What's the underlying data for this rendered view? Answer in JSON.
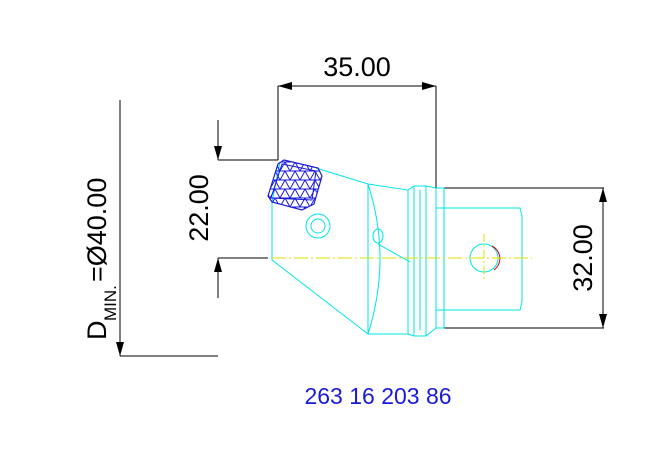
{
  "colors": {
    "background": "#ffffff",
    "dimension_lines": "#000000",
    "part_outline": "#00e5e5",
    "insert_hatch": "#1a1ad9",
    "centerline": "#e0e000",
    "part_number": "#1a1ad9",
    "bore_accent": "#d40000"
  },
  "dimensions": {
    "length": "35.00",
    "insert_height": "22.00",
    "shank_diameter": "32.00",
    "min_diameter_prefix": "D",
    "min_diameter_subscript": "MIN.",
    "min_diameter_value": "=Ø40.00"
  },
  "part_number": "263 16 203 86"
}
